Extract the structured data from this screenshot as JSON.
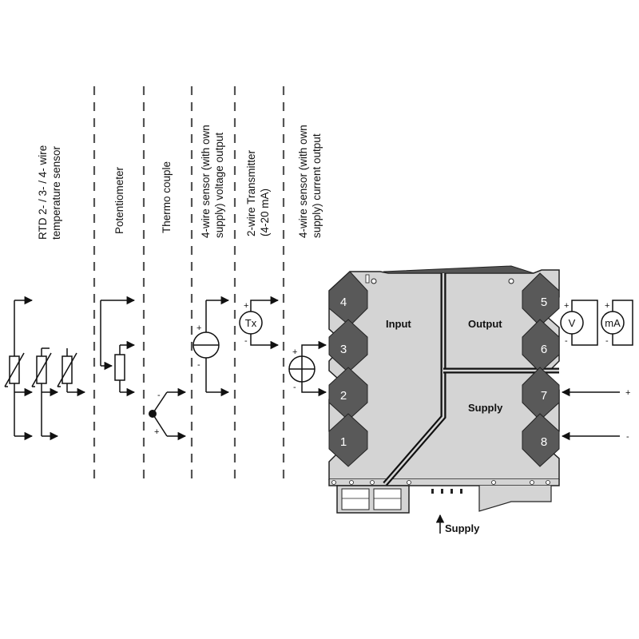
{
  "sensor_labels": {
    "rtd_line1": "RTD 2- / 3- / 4- wire",
    "rtd_line2": "temperature sensor",
    "potentiometer": "Potentiometer",
    "thermocouple": "Thermo couple",
    "voltage_line1": "4-wire sensor (with own",
    "voltage_line2": "supply) voltage output",
    "transmitter_line1": "2-wire Transmitter",
    "transmitter_line2": "(4-20 mA)",
    "current_line1": "4-wire sensor (with own",
    "current_line2": "supply) current output"
  },
  "module": {
    "input_label": "Input",
    "output_label": "Output",
    "supply_label": "Supply",
    "bottom_supply_label": "Supply",
    "terminals": [
      "1",
      "2",
      "3",
      "4",
      "5",
      "6",
      "7",
      "8"
    ]
  },
  "symbols": {
    "tx": "Tx",
    "volt": "V",
    "milliamp": "mA",
    "plus": "+",
    "minus": "-"
  },
  "colors": {
    "housing": "#d4d4d4",
    "terminal": "#595959",
    "wire": "#111111"
  }
}
